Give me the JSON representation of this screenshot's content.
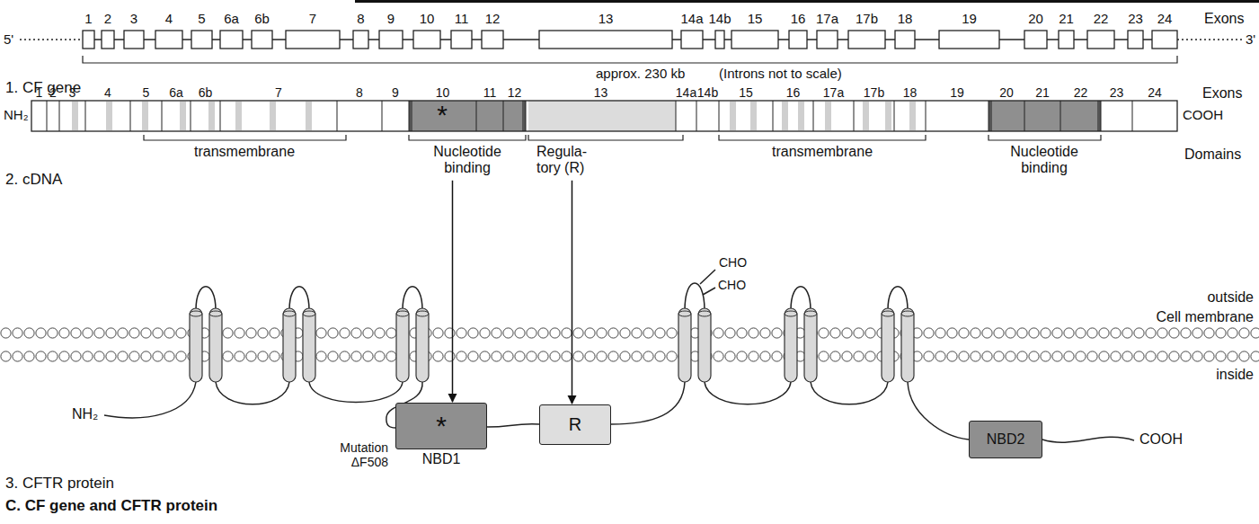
{
  "diagram": {
    "caption": "C. CF gene and CFTR protein",
    "nodes": [
      {
        "text": [
          "Nucleotide binding"
        ]
      },
      {
        "text": [
          "Regula- tory (R)"
        ]
      },
      {
        "text": [
          "*",
          "NBD1"
        ]
      },
      {
        "text": [
          "R"
        ]
      },
      {
        "text": [
          "NBD2"
        ]
      }
    ],
    "edges": [
      {
        "from": 0,
        "to": 2,
        "arrow": "to"
      },
      {
        "from": 1,
        "to": 3,
        "arrow": "to"
      }
    ],
    "labels": [
      "1",
      "2",
      "3",
      "4",
      "5",
      "6a",
      "6b",
      "7",
      "8",
      "9",
      "10",
      "11",
      "12",
      "13",
      "14a",
      "14b",
      "15",
      "16",
      "17a",
      "17b",
      "18",
      "19",
      "20",
      "21",
      "22",
      "23",
      "24",
      "Exons",
      "5'",
      "3'",
      "approx. 230 kb",
      "(Introns not to scale)",
      "1. CF gene",
      "1",
      "2",
      "3",
      "4",
      "5",
      "6a",
      "6b",
      "7",
      "8",
      "9",
      "10",
      "11",
      "12",
      "13",
      "14a",
      "14b",
      "15",
      "16",
      "17a",
      "17b",
      "18",
      "19",
      "20",
      "21",
      "22",
      "23",
      "24",
      "Exons",
      "NH₂",
      "COOH",
      "transmembrane",
      "transmembrane",
      "Nucleotide binding",
      "Domains",
      "2. cDNA",
      "CHO",
      "CHO",
      "outside",
      "Cell membrane",
      "inside",
      "NH₂",
      "Mutation ΔF508",
      "COOH",
      "3. CFTR protein",
      "*"
    ]
  }
}
